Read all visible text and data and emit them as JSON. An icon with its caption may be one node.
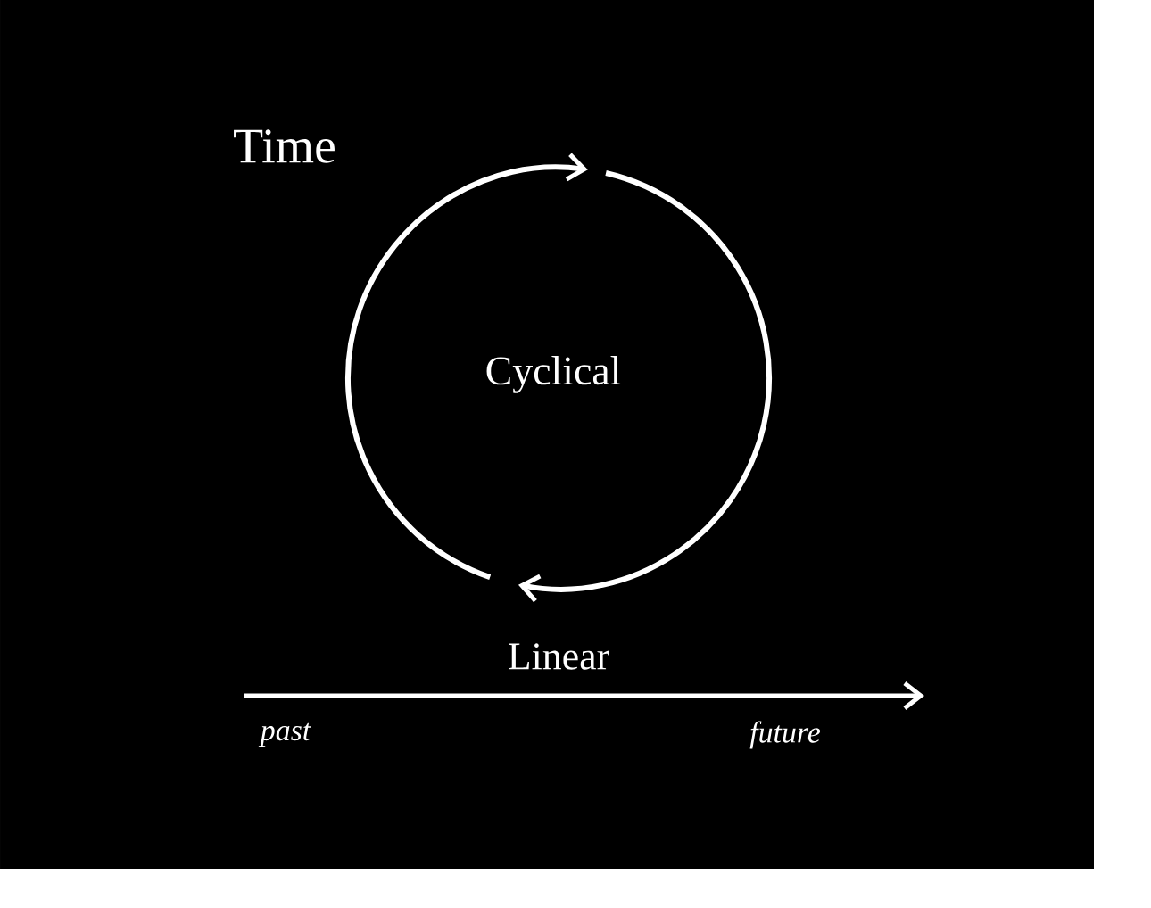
{
  "diagram": {
    "title": "Time",
    "labels": [
      "Cyclical",
      "Linear",
      "past",
      "future"
    ]
  }
}
